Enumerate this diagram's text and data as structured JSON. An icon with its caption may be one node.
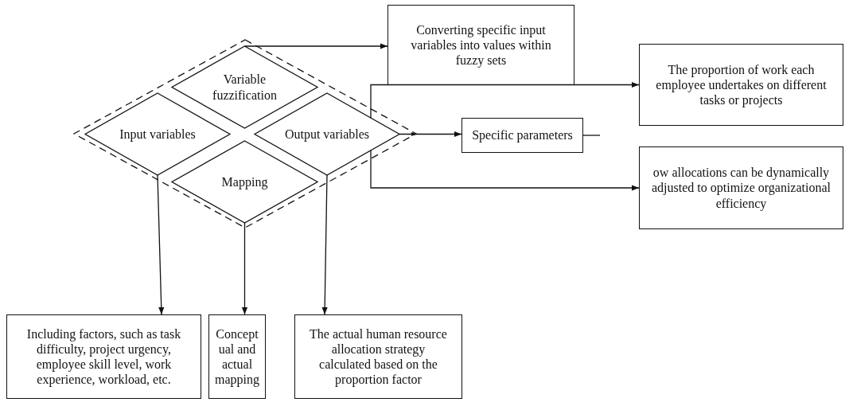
{
  "diagram": {
    "nodes": [
      {
        "text": [],
        "shape": "diamond"
      },
      {
        "text": [
          "Variable fuzzification"
        ],
        "in": 0
      },
      {
        "text": [
          "Input variables"
        ],
        "in": 0
      },
      {
        "text": [
          "Output variables"
        ],
        "in": 0
      },
      {
        "text": [
          "Mapping"
        ],
        "in": 0
      },
      {
        "text": [
          "Converting specific input variables into values within fuzzy sets"
        ]
      },
      {
        "text": [
          "The proportion of work each employee undertakes on different tasks or projects"
        ]
      },
      {
        "text": [
          "Specific parameters"
        ]
      },
      {
        "text": [
          "ow allocations can be dynamically adjusted to optimize organizational efficiency"
        ]
      },
      {
        "text": [
          "Including factors, such as task difficulty, project urgency, employee skill level, work experience, workload, etc."
        ]
      },
      {
        "text": [
          "Concept ual and actual mapping"
        ]
      },
      {
        "text": [
          "The actual human resource allocation strategy calculated based on the proportion factor"
        ]
      }
    ],
    "edges": [
      {
        "from": 1,
        "to": 5,
        "arrow": "to"
      },
      {
        "from": 3,
        "to": 7,
        "arrow": "to"
      },
      {
        "from": 7,
        "to": null,
        "arrow": "none"
      },
      {
        "from": 3,
        "to": 6,
        "arrow": "to"
      },
      {
        "from": 3,
        "to": 8,
        "arrow": "to"
      },
      {
        "from": 2,
        "to": 9,
        "arrow": "to"
      },
      {
        "from": 4,
        "to": 10,
        "arrow": "to"
      },
      {
        "from": 3,
        "to": 11,
        "arrow": "to"
      }
    ]
  }
}
